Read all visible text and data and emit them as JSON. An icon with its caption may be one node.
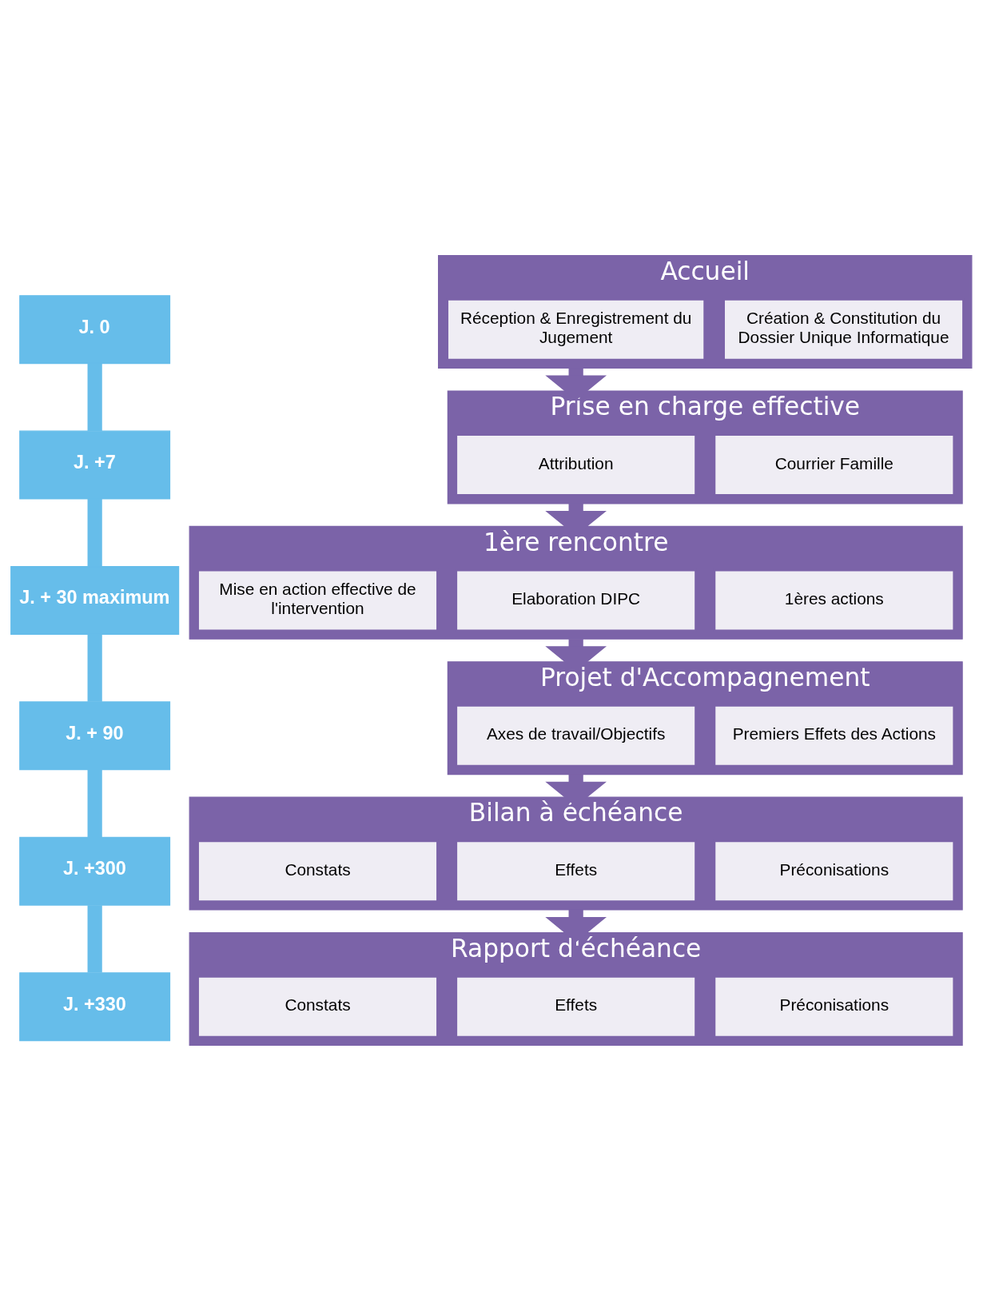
{
  "diagram": {
    "nodes": [
      {
        "text": [
          "J. 0"
        ]
      },
      {
        "text": [
          "Accueil"
        ]
      },
      {
        "text": [
          "Réception & Enregistrement du Jugement"
        ],
        "in": 1
      },
      {
        "text": [
          "Création & Constitution du Dossier Unique Informatique"
        ],
        "in": 1
      },
      {
        "text": [
          "J. +7"
        ]
      },
      {
        "text": [
          "Prise en charge effective"
        ]
      },
      {
        "text": [
          "Attribution"
        ],
        "in": 5
      },
      {
        "text": [
          "Courrier Famille"
        ],
        "in": 5
      },
      {
        "text": [
          "J. + 30 maximum"
        ]
      },
      {
        "text": [
          "1ère rencontre"
        ]
      },
      {
        "text": [
          "Mise en action effective de l'intervention"
        ],
        "in": 9
      },
      {
        "text": [
          "Elaboration DIPC"
        ],
        "in": 9
      },
      {
        "text": [
          "1ères actions"
        ],
        "in": 9
      },
      {
        "text": [
          "J. + 90"
        ]
      },
      {
        "text": [
          "Projet d'Accompagnement"
        ]
      },
      {
        "text": [
          "Axes de travail/Objectifs"
        ],
        "in": 14
      },
      {
        "text": [
          "Premiers Effets des Actions"
        ],
        "in": 14
      },
      {
        "text": [
          "J. +300"
        ]
      },
      {
        "text": [
          "Bilan à échéance"
        ]
      },
      {
        "text": [
          "Constats"
        ],
        "in": 18
      },
      {
        "text": [
          "Effets"
        ],
        "in": 18
      },
      {
        "text": [
          "Préconisations"
        ],
        "in": 18
      },
      {
        "text": [
          "J. +330"
        ]
      },
      {
        "text": [
          "Rapport d'échéance"
        ]
      },
      {
        "text": [
          "Constats"
        ],
        "in": 23
      },
      {
        "text": [
          "Effets"
        ],
        "in": 23
      },
      {
        "text": [
          "Préconisations"
        ],
        "in": 23
      }
    ],
    "edges": [
      {
        "from": 0,
        "to": 4,
        "arrow": "none",
        "color": "#66bdea"
      },
      {
        "from": 4,
        "to": 8,
        "arrow": "none",
        "color": "#66bdea"
      },
      {
        "from": 8,
        "to": 13,
        "arrow": "none",
        "color": "#66bdea"
      },
      {
        "from": 13,
        "to": 17,
        "arrow": "none",
        "color": "#66bdea"
      },
      {
        "from": 17,
        "to": 22,
        "arrow": "none",
        "color": "#66bdea"
      },
      {
        "from": 1,
        "to": 5,
        "arrow": "to",
        "color": "#7b63a8"
      },
      {
        "from": 5,
        "to": 9,
        "arrow": "to",
        "color": "#7b63a8"
      },
      {
        "from": 9,
        "to": 14,
        "arrow": "to",
        "color": "#7b63a8"
      },
      {
        "from": 14,
        "to": 18,
        "arrow": "to",
        "color": "#7b63a8"
      },
      {
        "from": 18,
        "to": 23,
        "arrow": "to",
        "color": "#7b63a8"
      }
    ]
  }
}
